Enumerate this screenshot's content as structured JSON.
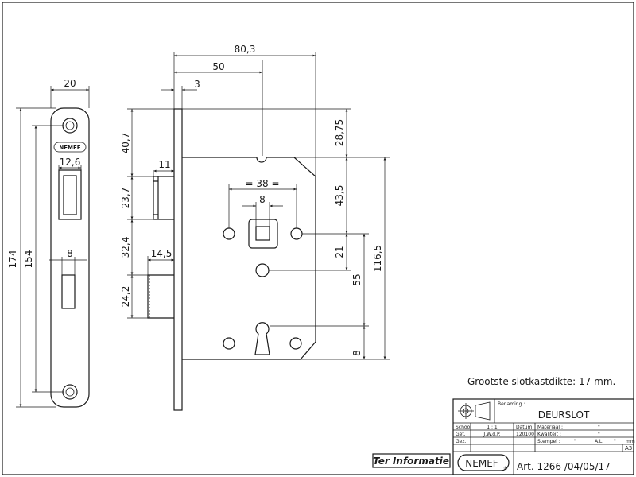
{
  "dimensions": {
    "plate_width": "20",
    "plate_length": "174",
    "plate_hole_spacing": "154",
    "cutout_width": "12,6",
    "slot_width": "8",
    "overall_depth": "80,3",
    "backset": "50",
    "faceplate_thickness": "3",
    "latch_offset_top": "40,7",
    "latch_projection": "11",
    "latch_height": "23,7",
    "gap_latch_bolt": "32,4",
    "bolt_projection": "14,5",
    "bolt_height": "24,2",
    "top_to_case": "28,75",
    "hole_spacing": "= 38 =",
    "spindle_size": "8",
    "case_to_spindle": "43,5",
    "spindle_to_hole": "21",
    "spindle_to_key": "55",
    "total_case_height": "116,5",
    "key_offset": "8"
  },
  "brand": "NEMEF",
  "note": "Grootste slotkastdikte: 17 mm.",
  "stamp": "Ter Informatie",
  "title_block": {
    "benaming_label": "Benaming :",
    "title": "DEURSLOT",
    "school_label": "School",
    "school_value": "1 : 1",
    "datum_label": "Datum",
    "materiaal_label": "Materiaal :",
    "materiaal_value": "\"",
    "get_label": "Get.",
    "get_value": "J.W.d.P.",
    "datum_value": "120100",
    "kwaliteit_label": "Kwaliteit :",
    "kwaliteit_value": "\"",
    "gez_label": "Gez.",
    "stempel_label": "Stempel :",
    "stempel_value1": "\"",
    "stempel_value2": "A.L.",
    "stempel_value3": "\"",
    "stempel_unit": "mm",
    "sheet_size": "A3",
    "article": "Art. 1266 /04/05/17"
  }
}
